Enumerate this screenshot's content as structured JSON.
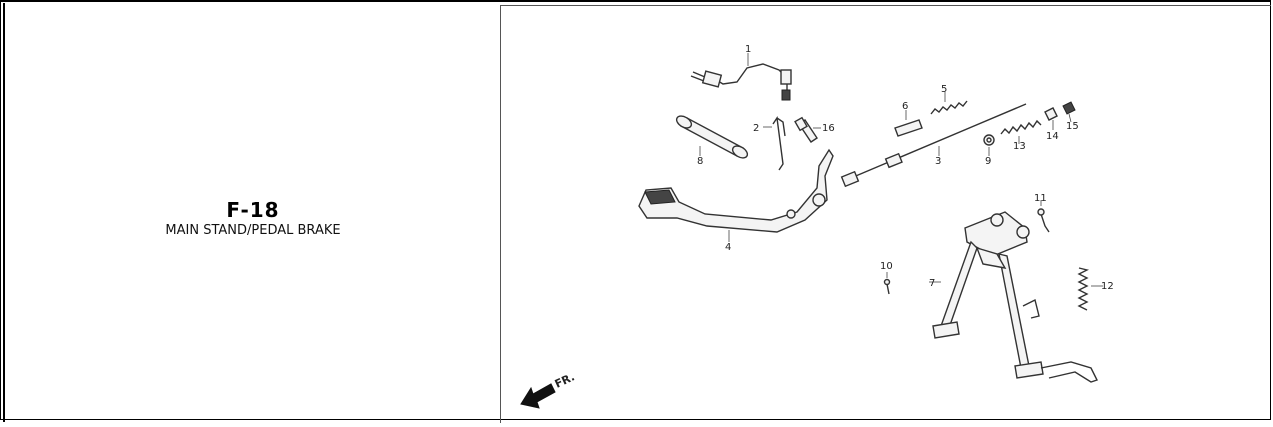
{
  "header": {
    "code": "F-18",
    "title": "MAIN STAND/PEDAL BRAKE"
  },
  "diagram": {
    "direction_label": "FR.",
    "callouts": [
      "1",
      "2",
      "3",
      "4",
      "5",
      "6",
      "7",
      "8",
      "9",
      "10",
      "11",
      "12",
      "13",
      "14",
      "15",
      "16"
    ]
  }
}
